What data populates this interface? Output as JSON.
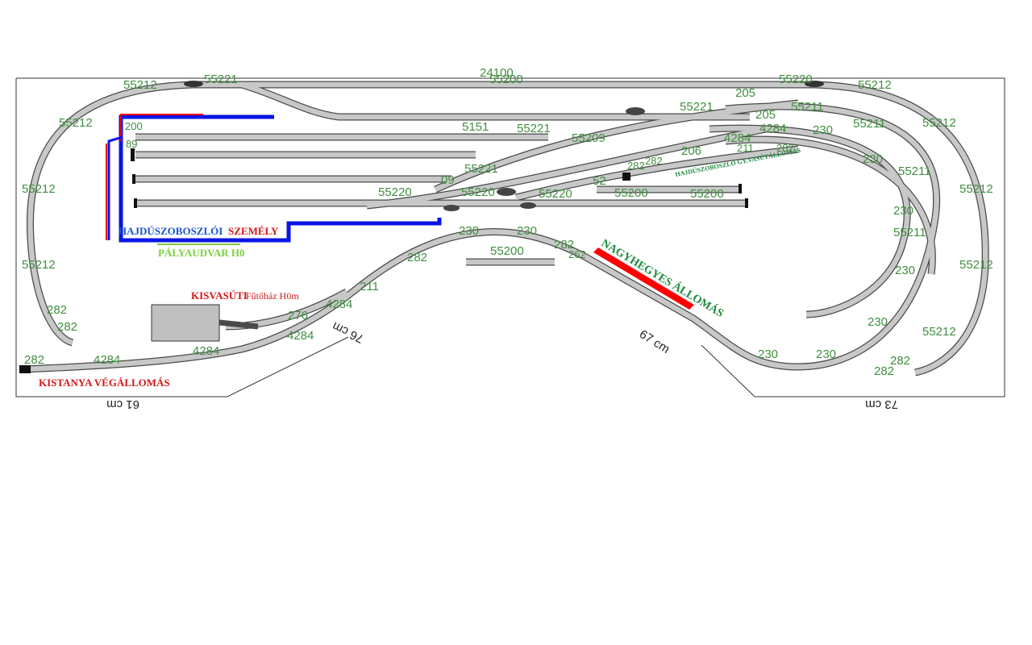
{
  "stations": {
    "passenger_yard_line1": "HAJDÚSZOBOSZLÓI",
    "passenger_yard_word2": "SZEMÉLY",
    "passenger_yard_line2": "PÁLYAUDVAR H0",
    "narrow_gauge_depot_a": "KISVASÚTI",
    "narrow_gauge_depot_b": "Fűtőház H0m",
    "terminus": "KISTANYA VÉGÁLLOMÁS",
    "nagyhegyes": "NAGYHEGYES ÁLLOMÁS",
    "freight_station": "HAJDÚSZOBOSZLÓ GY.VASÚTÁLLOMÁS"
  },
  "dimensions": {
    "d61": "61 cm",
    "d76": "76 cm",
    "d67": "67 cm",
    "d73": "73 cm"
  },
  "track_codes": {
    "c55212": "55212",
    "c55221": "55221",
    "c55200": "55200",
    "c55220": "55220",
    "c55211": "55211",
    "c55209": "55209",
    "c5151": "5151",
    "c205": "205",
    "c230": "230",
    "c4284": "4284",
    "c206": "206",
    "c211": "211",
    "c282": "282",
    "c276": "276",
    "c52": "52",
    "c09": "09",
    "c200": "200",
    "c89": "89",
    "c24100": "24100",
    "c262": "262"
  },
  "colors": {
    "track_fill": "#c8c8c8",
    "track_border": "#4a4a4a",
    "label_green": "#3f8f3f",
    "station_red": "#d41818",
    "station_blue": "#1a55c8",
    "platform_blue": "#0a14e6",
    "platform_red": "#ff0000"
  }
}
